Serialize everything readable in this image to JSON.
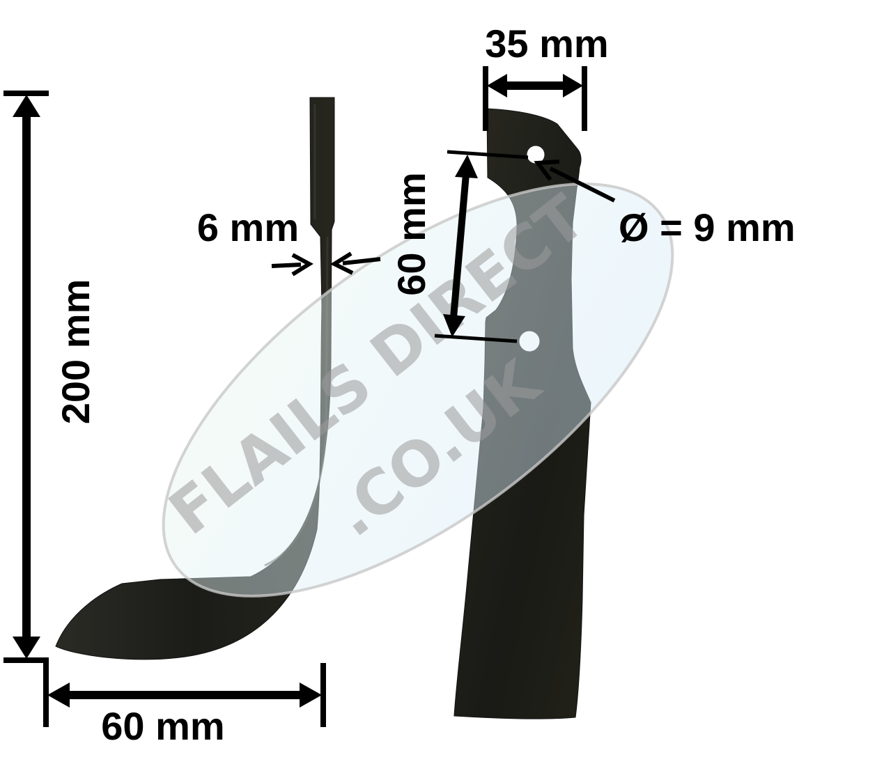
{
  "dimensions": {
    "overall_height": "200 mm",
    "base_width": "60 mm",
    "thickness": "6 mm",
    "shank_width": "35 mm",
    "hole_spacing": "60 mm",
    "hole_diameter": "Ø = 9 mm"
  },
  "watermark": {
    "line1": "FLAILS DIRECT",
    "line2": ".CO.UK"
  },
  "colors": {
    "blade": "#1e1e1a",
    "blade_edge": "#2c2c26",
    "dimension_lines": "#000000",
    "watermark_fill": "#d8eef8",
    "watermark_outline": "#c8c8c8"
  }
}
